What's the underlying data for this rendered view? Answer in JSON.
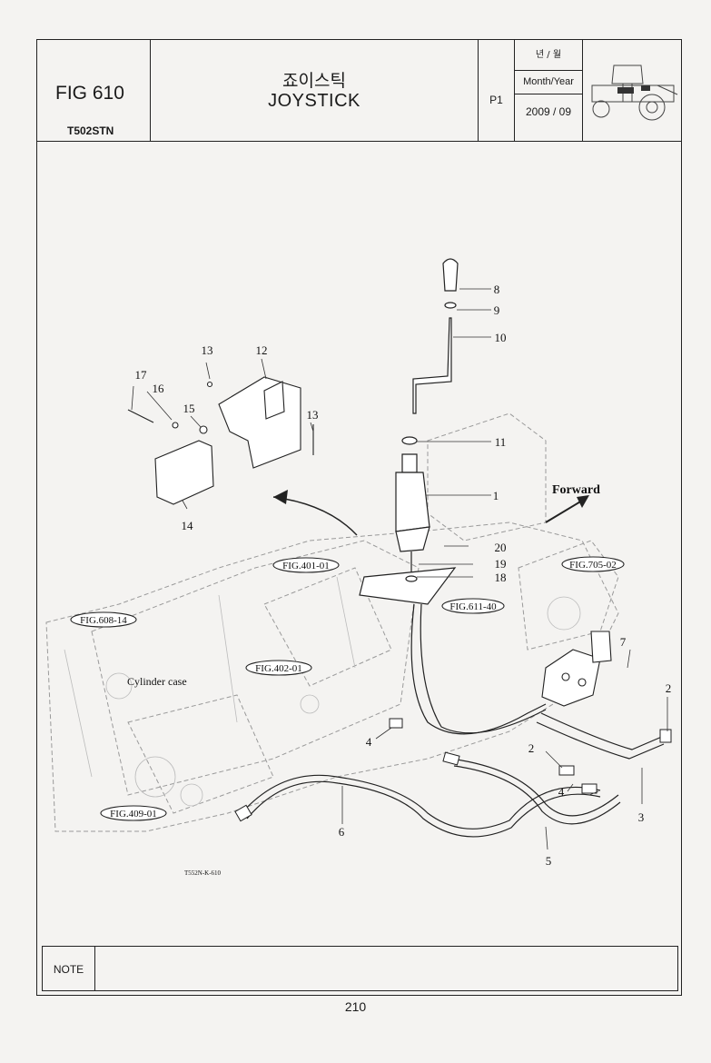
{
  "header": {
    "fig_no": "FIG 610",
    "model": "T502STN",
    "title_kor": "죠이스틱",
    "title_eng": "JOYSTICK",
    "page": "P1",
    "date_header_kor": "년 / 월",
    "date_header_eng": "Month/Year",
    "date_value": "2009 / 09"
  },
  "drawing": {
    "forward_label": "Forward",
    "cylinder_case_label": "Cylinder case",
    "drawing_code": "T552N-K-610",
    "refs": {
      "fig_401": "FIG.401-01",
      "fig_705": "FIG.705-02",
      "fig_608": "FIG.608-14",
      "fig_611": "FIG.611-40",
      "fig_402": "FIG.402-01",
      "fig_409": "FIG.409-01"
    },
    "callouts": {
      "c1": "1",
      "c2a": "2",
      "c2b": "2",
      "c3": "3",
      "c4a": "4",
      "c4b": "4",
      "c5": "5",
      "c6": "6",
      "c7": "7",
      "c8": "8",
      "c9": "9",
      "c10": "10",
      "c11": "11",
      "c12": "12",
      "c13a": "13",
      "c13b": "13",
      "c14": "14",
      "c15": "15",
      "c16": "16",
      "c17": "17",
      "c18": "18",
      "c19": "19",
      "c20": "20"
    }
  },
  "footer": {
    "note_label": "NOTE",
    "page_number": "210"
  }
}
